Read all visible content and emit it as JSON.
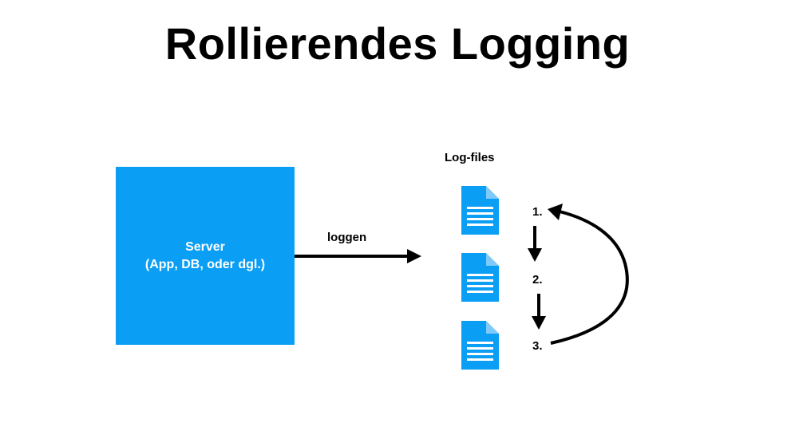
{
  "title": "Rollierendes Logging",
  "server": {
    "line1": "Server",
    "line2": "(App, DB, oder dgl.)",
    "color": "#0a9ef5"
  },
  "arrow_label": "loggen",
  "log_files": {
    "heading": "Log-files",
    "icon": "document-icon",
    "icon_color": "#0a9ef5",
    "steps": [
      "1.",
      "2.",
      "3."
    ]
  }
}
